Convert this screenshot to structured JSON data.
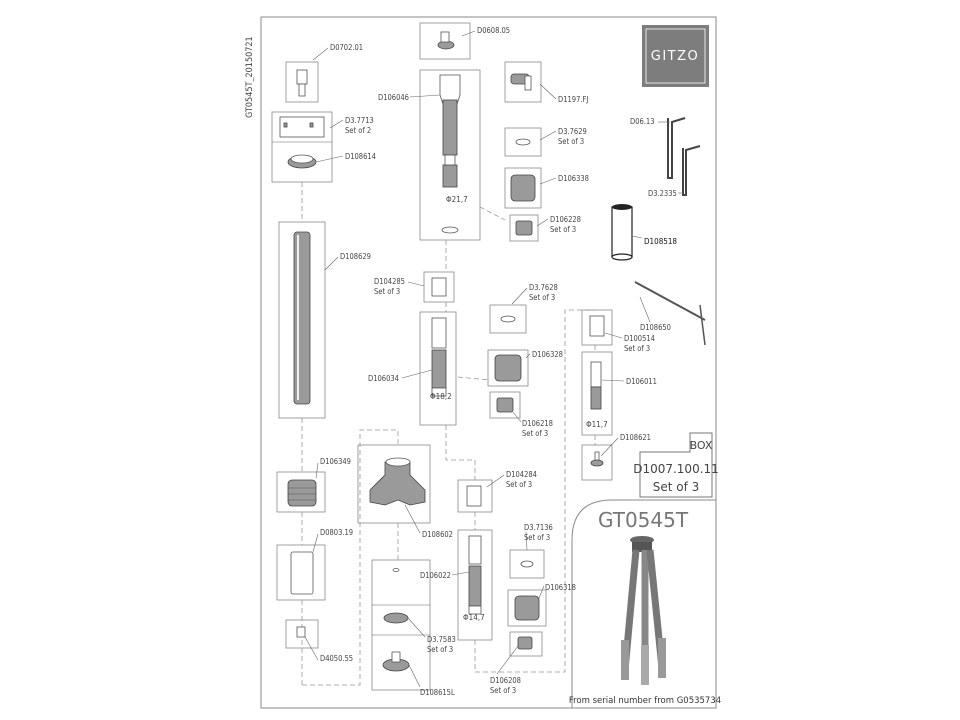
{
  "sheet": {
    "code": "GT0545T_20150721",
    "brand": "GITZO",
    "model": "GT0545T",
    "serial_note": "From serial number from G0535734"
  },
  "box": {
    "title": "BOX",
    "code": "D1007.100.11",
    "qty": "Set of 3"
  },
  "parts": [
    {
      "code": "D0702.01",
      "qty": ""
    },
    {
      "code": "D3.7713",
      "qty": "Set of 2"
    },
    {
      "code": "D108614",
      "qty": ""
    },
    {
      "code": "D108629",
      "qty": ""
    },
    {
      "code": "D106349",
      "qty": ""
    },
    {
      "code": "D0803.19",
      "qty": ""
    },
    {
      "code": "D4050.55",
      "qty": ""
    },
    {
      "code": "D0608.05",
      "qty": ""
    },
    {
      "code": "D106046",
      "qty": ""
    },
    {
      "code": "D1197.FJ",
      "qty": ""
    },
    {
      "code": "D3.7629",
      "qty": "Set of 3"
    },
    {
      "code": "D106338",
      "qty": ""
    },
    {
      "code": "D106228",
      "qty": "Set of 3"
    },
    {
      "code": "D104285",
      "qty": "Set of 3"
    },
    {
      "code": "D106034",
      "qty": ""
    },
    {
      "code": "D3.7628",
      "qty": "Set of 3"
    },
    {
      "code": "D106328",
      "qty": ""
    },
    {
      "code": "D106218",
      "qty": "Set of 3"
    },
    {
      "code": "D108602",
      "qty": ""
    },
    {
      "code": "D104284",
      "qty": "Set of 3"
    },
    {
      "code": "D106022",
      "qty": ""
    },
    {
      "code": "D3.7136",
      "qty": "Set of 3"
    },
    {
      "code": "D106318",
      "qty": ""
    },
    {
      "code": "D106208",
      "qty": "Set of 3"
    },
    {
      "code": "D3.7583",
      "qty": "Set of 3"
    },
    {
      "code": "D108615L",
      "qty": ""
    },
    {
      "code": "D06.13",
      "qty": ""
    },
    {
      "code": "D3.2335",
      "qty": ""
    },
    {
      "code": "D108518",
      "qty": ""
    },
    {
      "code": "D108650",
      "qty": ""
    },
    {
      "code": "D100514",
      "qty": "Set of 3"
    },
    {
      "code": "D106011",
      "qty": ""
    },
    {
      "code": "D108621",
      "qty": ""
    }
  ],
  "diameters": {
    "d1": "Φ21,7",
    "d2": "Φ18,2",
    "d3": "Φ14,7",
    "d4": "Φ11,7"
  }
}
